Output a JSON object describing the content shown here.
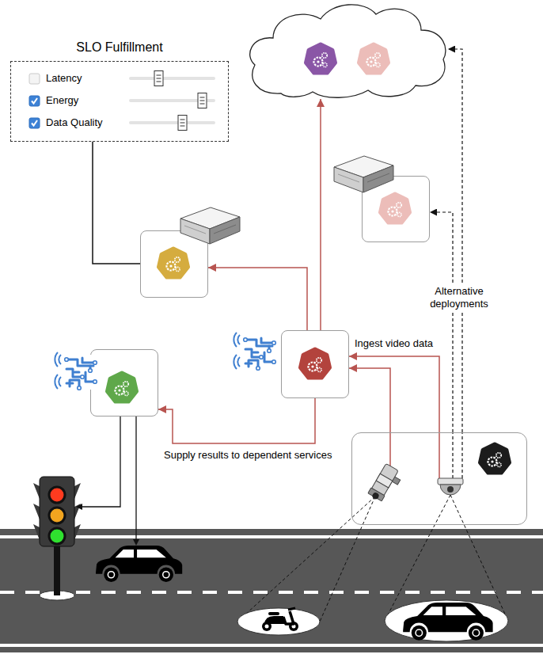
{
  "diagram": {
    "nodes": [
      {
        "text": []
      },
      {
        "text": [
          "SLO Fulfillment",
          "Latency",
          "Energy",
          "Data Quality"
        ]
      },
      {
        "text": []
      },
      {
        "text": []
      },
      {
        "text": []
      },
      {
        "text": []
      },
      {
        "text": []
      }
    ],
    "edges": [
      {
        "from": 1,
        "to": 3,
        "arrow": "none"
      },
      {
        "from": 4,
        "to": 3,
        "arrow": "to"
      },
      {
        "from": 4,
        "to": 0,
        "arrow": "to"
      },
      {
        "from": 4,
        "to": 5,
        "arrow": "to",
        "label": "Supply results to dependent services"
      },
      {
        "from": 6,
        "to": 4,
        "arrow": "to",
        "label": "Ingest video data"
      },
      {
        "from": 6,
        "to": 4,
        "arrow": "to"
      },
      {
        "from": 6,
        "to": 2,
        "arrow": "to",
        "label": "Alternative deployments"
      },
      {
        "from": 6,
        "to": 0,
        "arrow": "to"
      }
    ]
  }
}
